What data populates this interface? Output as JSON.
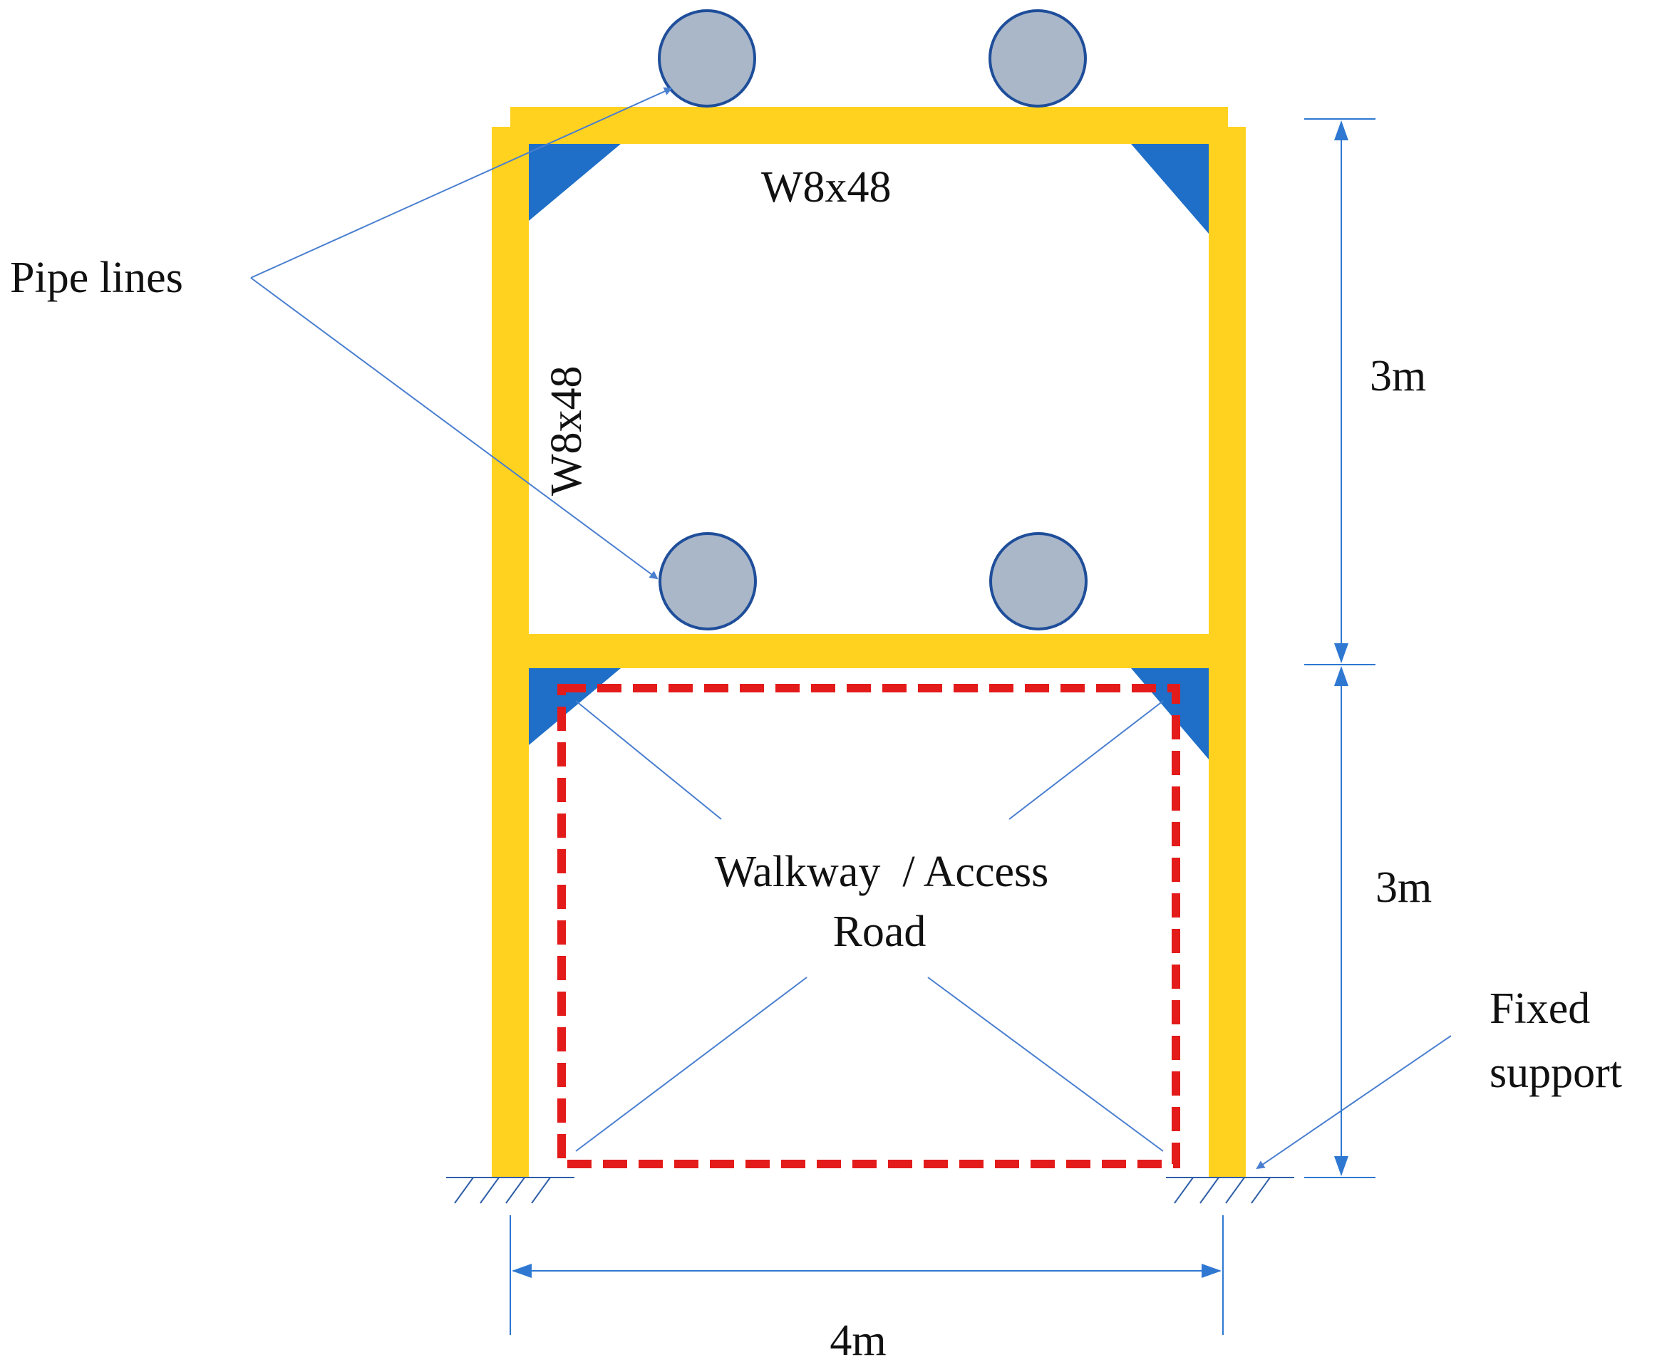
{
  "labels": {
    "pipe_lines": "Pipe lines",
    "beam_section": "W8x48",
    "column_section": "W8x48",
    "walkway_line1": "Walkway  / Access",
    "walkway_line2": "Road",
    "fixed_support_line1": "Fixed",
    "fixed_support_line2": "support"
  },
  "dimensions": {
    "upper_height": "3m",
    "lower_height": "3m",
    "width": "4m"
  },
  "colors": {
    "frame": "#FFD21F",
    "gusset": "#1F6FC8",
    "pipe_fill": "#A9B7C9",
    "pipe_stroke": "#1F4E9A",
    "leader": "#4A7FD0",
    "clearance": "#E31B1B",
    "ground_hatch": "#2F5FA8"
  }
}
